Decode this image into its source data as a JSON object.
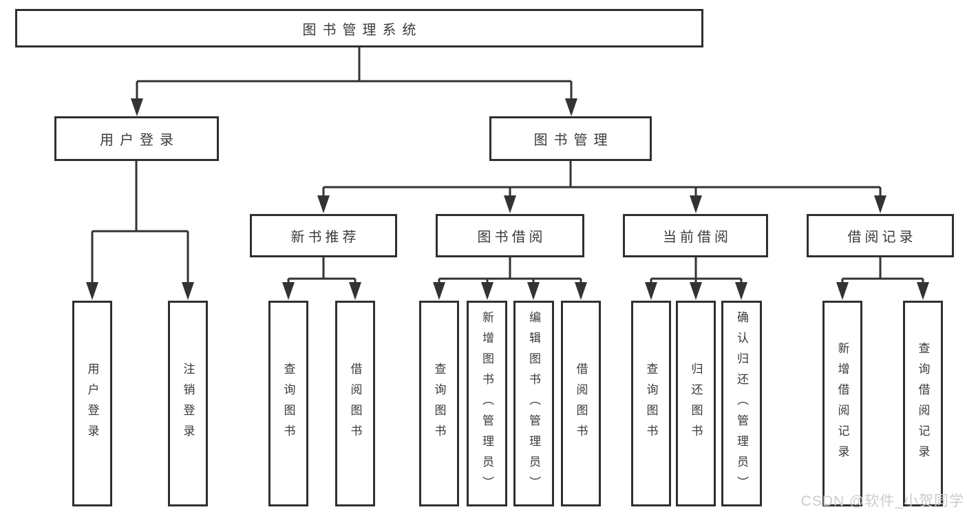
{
  "title": {
    "label": "图书管理系统"
  },
  "level2": [
    {
      "label": "用户登录"
    },
    {
      "label": "图书管理"
    }
  ],
  "level3": [
    {
      "label": "新书推荐"
    },
    {
      "label": "图书借阅"
    },
    {
      "label": "当前借阅"
    },
    {
      "label": "借阅记录"
    }
  ],
  "leaves": [
    {
      "label": "用户登录"
    },
    {
      "label": "注销登录"
    },
    {
      "label": "查询图书"
    },
    {
      "label": "借阅图书"
    },
    {
      "label": "查询图书"
    },
    {
      "label": "新增图书（管理员）"
    },
    {
      "label": "编辑图书（管理员）"
    },
    {
      "label": "借阅图书"
    },
    {
      "label": "查询图书"
    },
    {
      "label": "归还图书"
    },
    {
      "label": "确认归还（管理员）"
    },
    {
      "label": "新增借阅记录"
    },
    {
      "label": "查询借阅记录"
    }
  ],
  "watermark": {
    "text": "CSDN @软件_小贺同学"
  },
  "colors": {
    "line": "#333333",
    "border": "#2f2f2f",
    "text": "#3a3a3a",
    "box_bg": "#ffffff",
    "background": "#ffffff",
    "watermark": "#cfcacd"
  }
}
